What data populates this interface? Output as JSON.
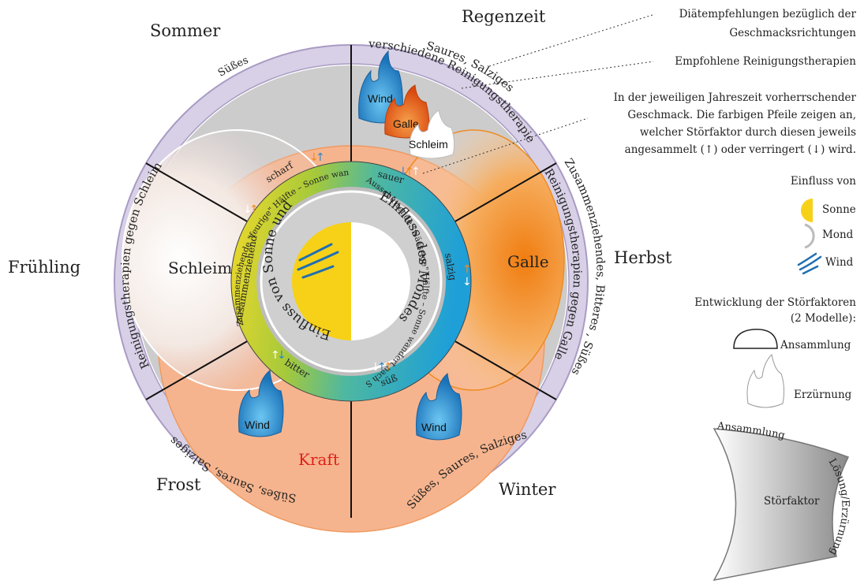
{
  "seasons": {
    "sommer": "Sommer",
    "regenzeit": "Regenzeit",
    "herbst": "Herbst",
    "winter": "Winter",
    "frost": "Frost",
    "fruehling": "Frühling"
  },
  "outer_ring": {
    "sommer": "Süßes",
    "regenzeit_1": "Saures, Salziges",
    "regenzeit_2": "verschiedene Reinigungstherapien",
    "herbst_1": "Zusammenziehendes, Bitteres , Süßes",
    "herbst_2": "Reinigungstherapien gegen Galle",
    "winter": "Süßes, Saures, Salziges",
    "frost": "Süßes, Saures, Salziges",
    "fruehling": "Reinigungstherapien gegen Schleim"
  },
  "doshas": {
    "schleim": "Schleim",
    "galle": "Galle",
    "kraft": "Kraft"
  },
  "flames": {
    "wind": "Wind",
    "galle": "Galle",
    "schleim": "Schleim"
  },
  "tastes": {
    "scharf": "scharf",
    "sauer": "sauer",
    "salzig": "salzig",
    "suess": "süß",
    "bitter": "bitter",
    "zusammenziehend": "zusammenziehend"
  },
  "inner_ring": {
    "left_half": "Zusammenziehende \"feurige\" Hälfte – Sonne wandert nach N",
    "right_half": "Ausschüttende \"wässrige\" Hälfte – Sonne wandert nach S"
  },
  "core": {
    "left": "Einfluss von Sonne und Wind",
    "right": "Einfluss des Mondes"
  },
  "annotations": {
    "diet_1": "Diätempfehlungen bezüglich der",
    "diet_2": "Geschmacksrichtungen",
    "cleansing": "Empfohlene Reinigungstherapien",
    "taste_1": "In der jeweiligen Jahreszeit vorherrschender",
    "taste_2": "Geschmack. Die farbigen Pfeile zeigen an,",
    "taste_3": "welcher Störfaktor durch diesen jeweils",
    "taste_4": "angesammelt (↑) oder verringert (↓) wird."
  },
  "legend": {
    "influence_title": "Einfluss von",
    "sonne": "Sonne",
    "mond": "Mond",
    "wind": "Wind",
    "dev_title_1": "Entwicklung der Störfaktoren",
    "dev_title_2": "(2 Modelle):",
    "ansammlung": "Ansammlung",
    "erzuernung": "Erzürnung"
  },
  "model": {
    "top": "Ansammlung",
    "side": "Lösung/Erzürnung",
    "center": "Störfaktor"
  },
  "colors": {
    "outer_ring": "#d8d0e6",
    "outer_ring_stroke": "#a99bc4",
    "grey_band": "#cfcfcf",
    "kraft_orange": "#f6b48e",
    "galle_orange": "#f08a1e",
    "kraft_text": "#e0201b",
    "wind_blue": "#2f86c9",
    "sun_yellow": "#f7d117"
  }
}
